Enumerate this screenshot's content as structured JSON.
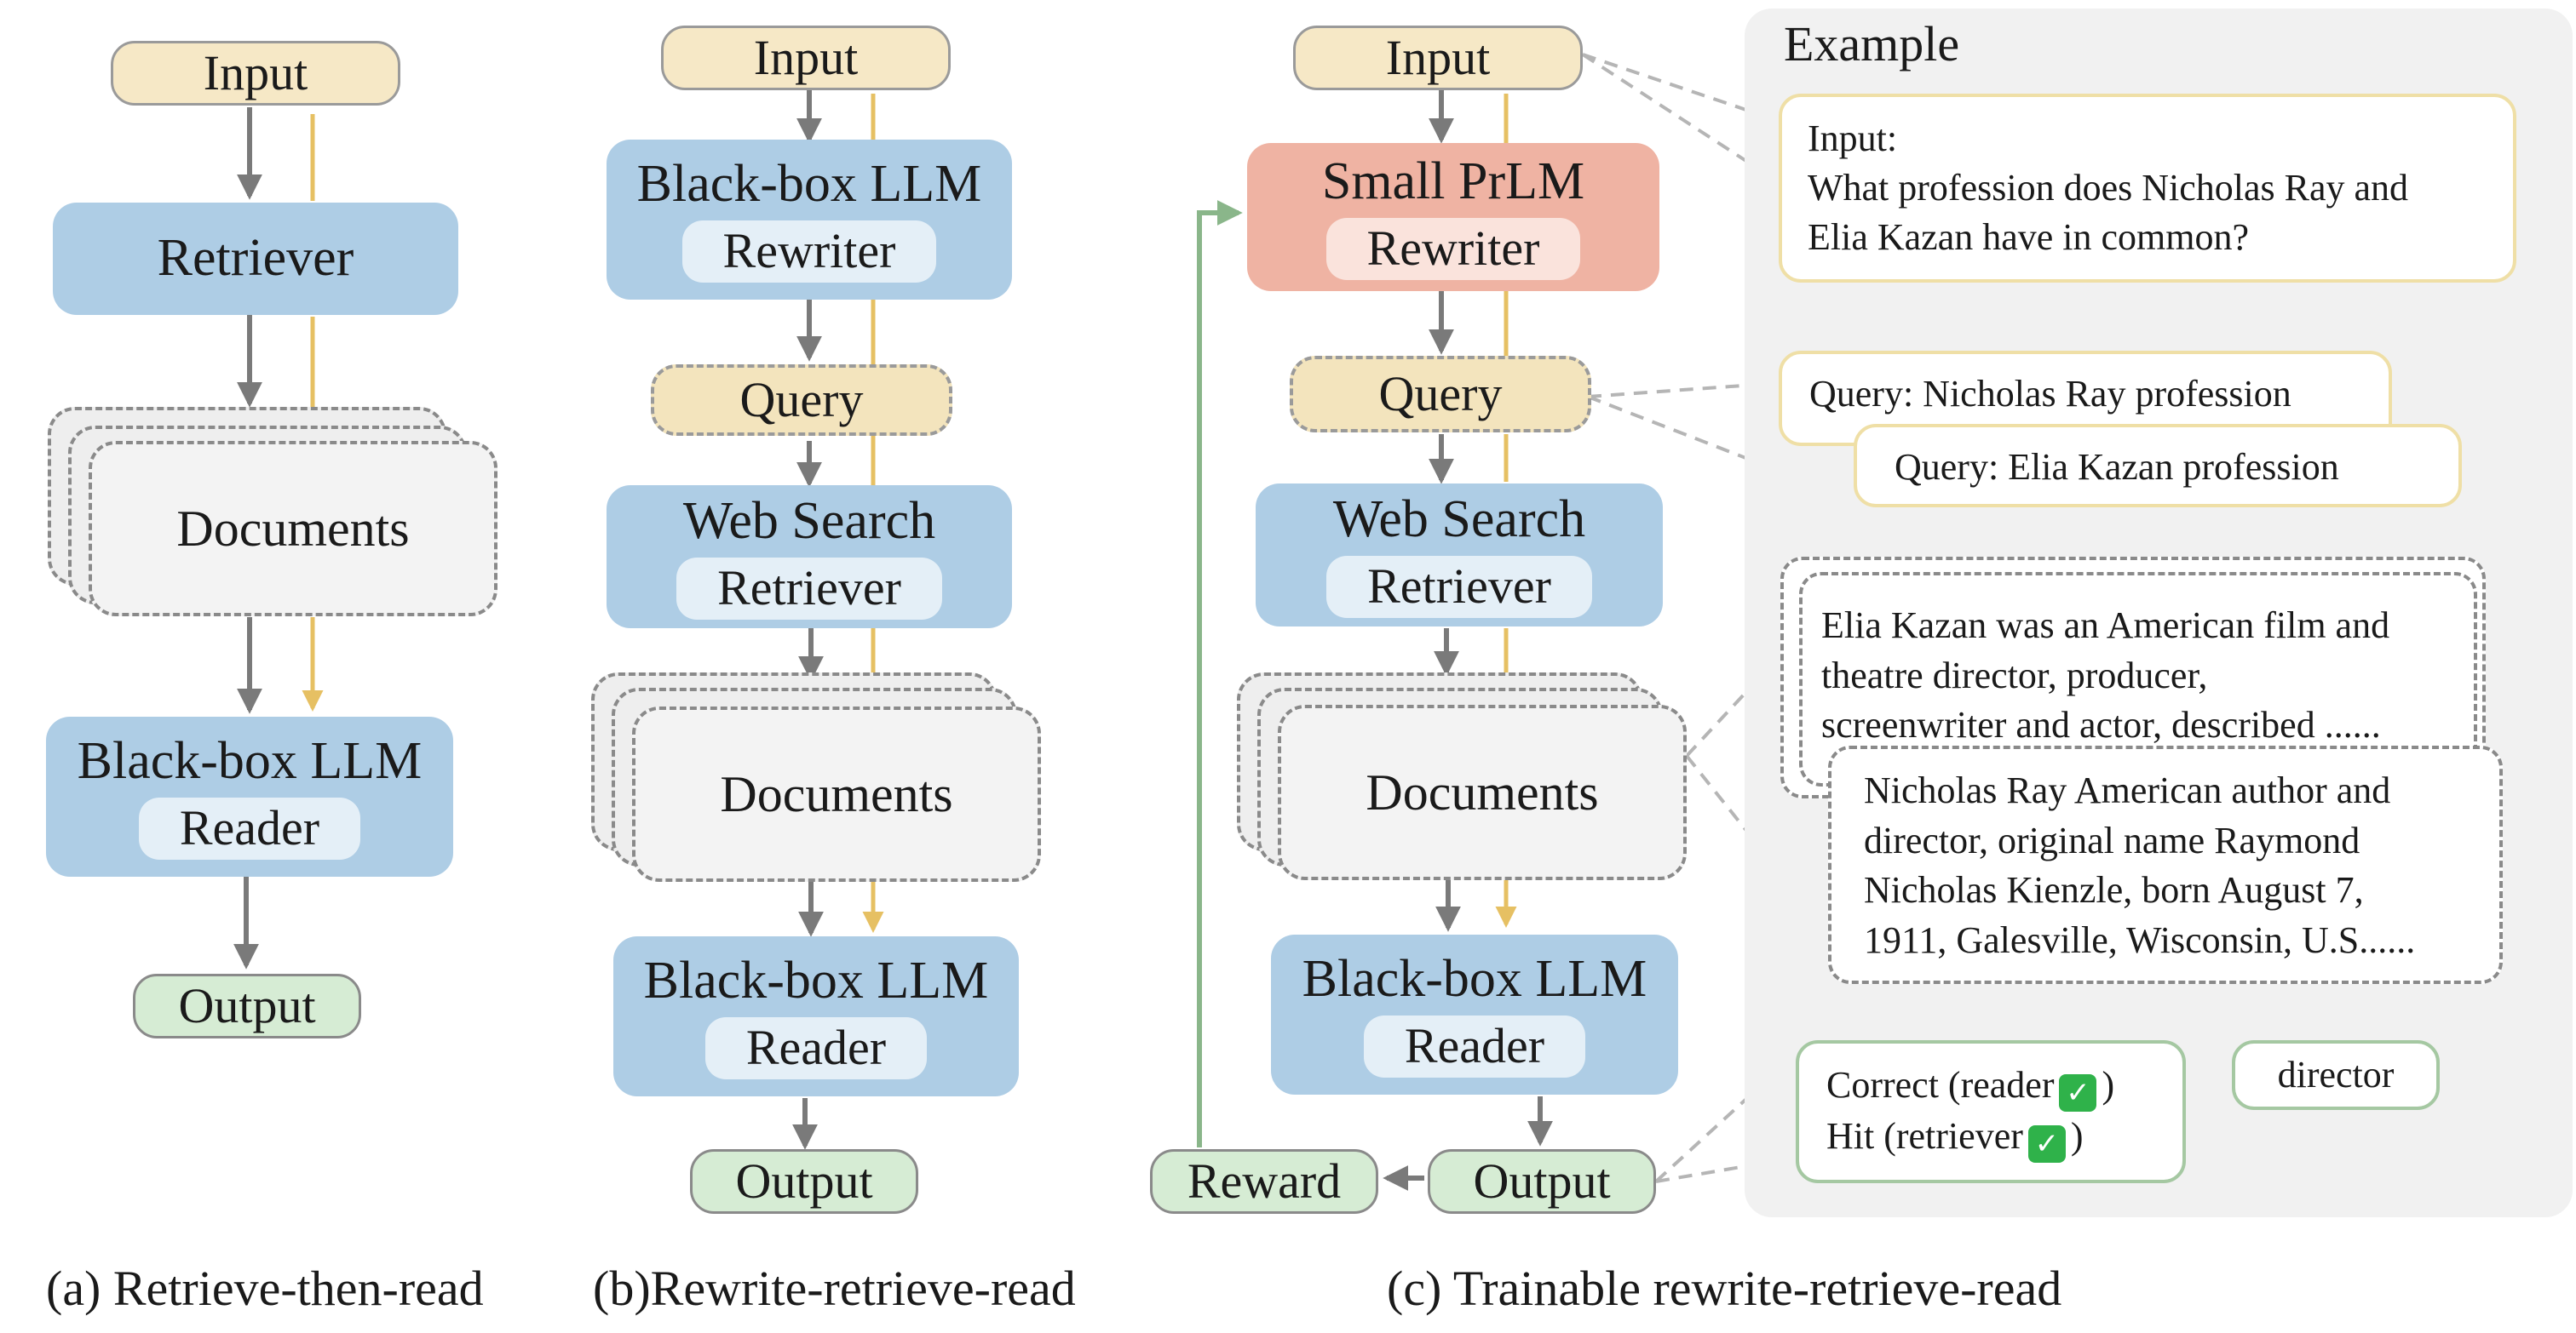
{
  "panel_a": {
    "input": "Input",
    "retriever": "Retriever",
    "documents": "Documents",
    "reader_title": "Black-box LLM",
    "reader_label": "Reader",
    "output": "Output",
    "caption": "(a) Retrieve-then-read"
  },
  "panel_b": {
    "input": "Input",
    "rewriter_title": "Black-box LLM",
    "rewriter_label": "Rewriter",
    "query": "Query",
    "search_title": "Web Search",
    "search_label": "Retriever",
    "documents": "Documents",
    "reader_title": "Black-box LLM",
    "reader_label": "Reader",
    "output": "Output",
    "caption": "(b)Rewrite-retrieve-read"
  },
  "panel_c": {
    "input": "Input",
    "rewriter_title": "Small PrLM",
    "rewriter_label": "Rewriter",
    "query": "Query",
    "search_title": "Web Search",
    "search_label": "Retriever",
    "documents": "Documents",
    "reader_title": "Black-box LLM",
    "reader_label": "Reader",
    "output": "Output",
    "reward": "Reward",
    "caption": "(c) Trainable rewrite-retrieve-read"
  },
  "example": {
    "title": "Example",
    "input_label": "Input:",
    "input_lines": [
      "What profession does Nicholas Ray and",
      "Elia Kazan have in common?"
    ],
    "query_1": "Query: Nicholas Ray profession",
    "query_2": "Query: Elia Kazan profession",
    "doc_1_lines": [
      "Elia Kazan was an American film and",
      "theatre director, producer,",
      "screenwriter and actor, described  ......"
    ],
    "doc_2_lines": [
      "Nicholas Ray American author and",
      "director, original name Raymond",
      "Nicholas Kienzle, born August 7,",
      "1911, Galesville, Wisconsin, U.S......"
    ],
    "correct_label": "Correct (reader",
    "correct_close": ")",
    "hit_label": "Hit (retriever",
    "hit_close": ")",
    "answer": "director"
  },
  "colors": {
    "gray_arrow": "#7a7a7a",
    "gold_line": "#e6c063",
    "green_arrow": "#8ab68a",
    "connector_dash": "#b5b5b5"
  },
  "icons": {
    "check": "check-icon"
  }
}
